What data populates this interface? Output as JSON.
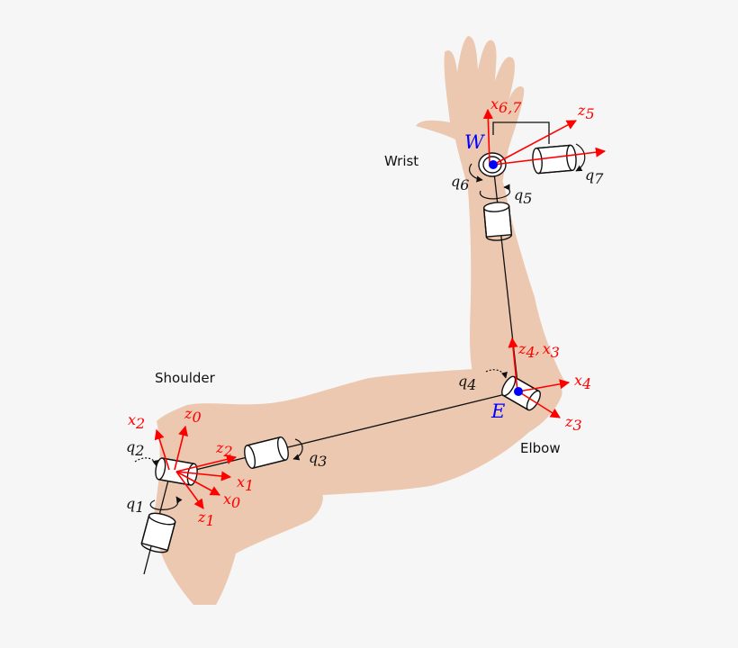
{
  "colors": {
    "background": "#f6f6f6",
    "skin": "#ecc8b0",
    "axis": "#ff0000",
    "point": "#0000ff",
    "link": "#111111"
  },
  "labels": {
    "shoulder": "Shoulder",
    "wrist": "Wrist",
    "elbow": "Elbow"
  },
  "points": {
    "wrist": "W",
    "elbow": "E"
  },
  "axes": {
    "x67": {
      "base": "x",
      "sub": "6,7"
    },
    "z5": {
      "base": "z",
      "sub": "5"
    },
    "z4": {
      "base": "z",
      "sub": "4"
    },
    "x3": {
      "base": "x",
      "sub": "3"
    },
    "x4": {
      "base": "x",
      "sub": "4"
    },
    "z3": {
      "base": "z",
      "sub": "3"
    },
    "x2": {
      "base": "x",
      "sub": "2"
    },
    "z0": {
      "base": "z",
      "sub": "0"
    },
    "z2": {
      "base": "z",
      "sub": "2"
    },
    "x1": {
      "base": "x",
      "sub": "1"
    },
    "x0": {
      "base": "x",
      "sub": "0"
    },
    "z1": {
      "base": "z",
      "sub": "1"
    }
  },
  "joints": {
    "q1": {
      "base": "q",
      "sub": "1"
    },
    "q2": {
      "base": "q",
      "sub": "2"
    },
    "q3": {
      "base": "q",
      "sub": "3"
    },
    "q4": {
      "base": "q",
      "sub": "4"
    },
    "q5": {
      "base": "q",
      "sub": "5"
    },
    "q6": {
      "base": "q",
      "sub": "6"
    },
    "q7": {
      "base": "q",
      "sub": "7"
    }
  },
  "separator": ","
}
